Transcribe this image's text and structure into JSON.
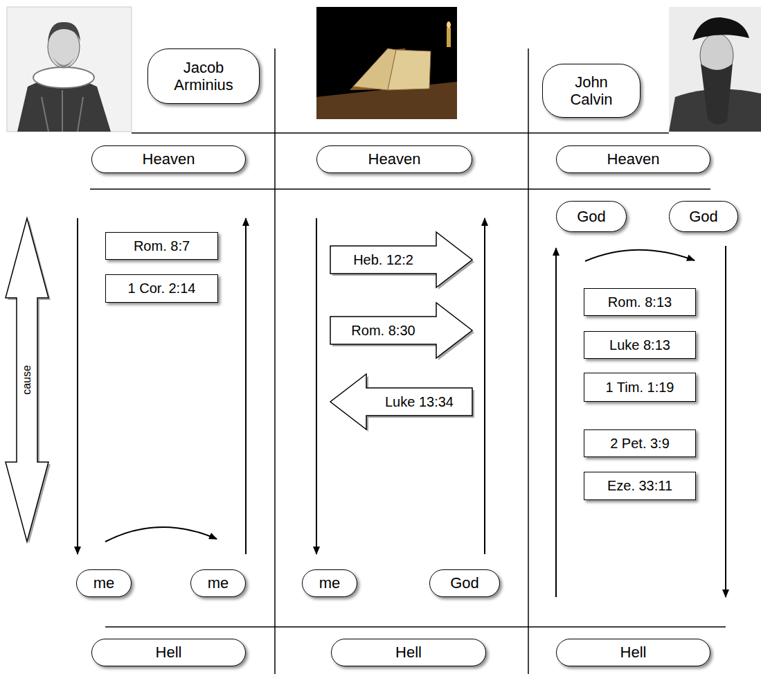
{
  "diagram": {
    "nodes": [
      {
        "text": [
          "Jacob Arminius"
        ]
      },
      {
        "text": [
          "John Calvin"
        ]
      },
      {
        "text": [
          "Heaven"
        ]
      },
      {
        "text": [
          "Heaven"
        ]
      },
      {
        "text": [
          "Heaven"
        ]
      },
      {
        "text": [
          "God"
        ]
      },
      {
        "text": [
          "God"
        ]
      },
      {
        "text": [
          "cause"
        ]
      },
      {
        "text": [
          "Rom. 8:7"
        ]
      },
      {
        "text": [
          "Heb. 12:2"
        ]
      },
      {
        "text": [
          "1 Cor. 2:14"
        ]
      },
      {
        "text": [
          "Rom. 8:13"
        ]
      },
      {
        "text": [
          "Rom. 8:30"
        ]
      },
      {
        "text": [
          "Luke 8:13"
        ]
      },
      {
        "text": [
          "1 Tim. 1:19"
        ]
      },
      {
        "text": [
          "Luke 13:34"
        ]
      },
      {
        "text": [
          "2 Pet. 3:9"
        ]
      },
      {
        "text": [
          "Eze. 33:11"
        ]
      },
      {
        "text": [
          "me"
        ]
      },
      {
        "text": [
          "me"
        ]
      },
      {
        "text": [
          "me"
        ]
      },
      {
        "text": [
          "God"
        ]
      },
      {
        "text": [
          "Hell"
        ]
      },
      {
        "text": [
          "Hell"
        ]
      },
      {
        "text": [
          "Hell"
        ]
      }
    ]
  }
}
